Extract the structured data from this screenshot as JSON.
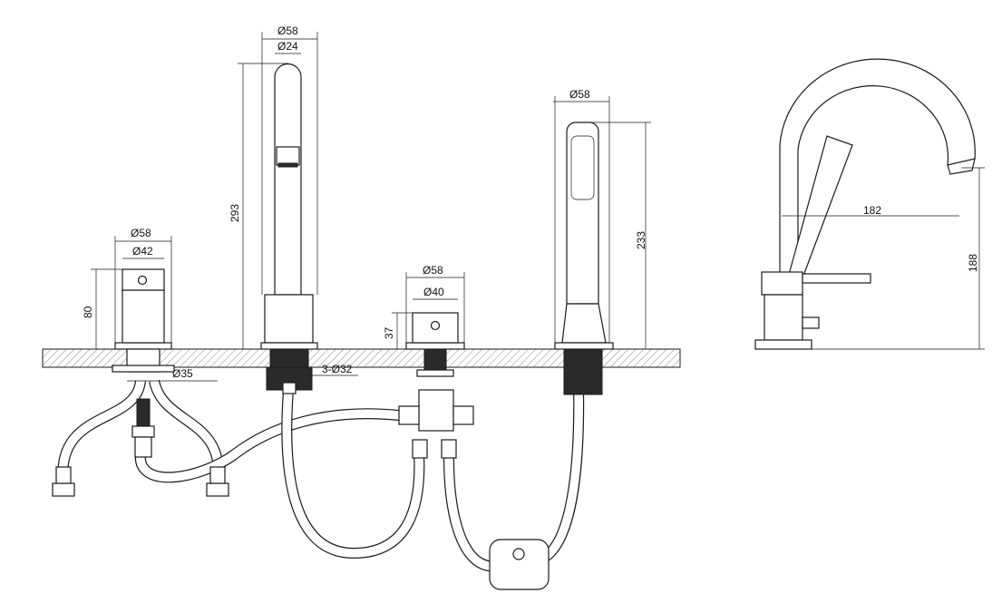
{
  "drawing": {
    "title": "Four-hole deck-mounted bath mixer dimensional drawing",
    "line_color": "#1a1a1a",
    "dimensions": {
      "spout_outer_dia": "Ø58",
      "spout_tube_dia": "Ø24",
      "spout_height": "293",
      "mixer_outer_dia": "Ø58",
      "mixer_body_dia": "Ø42",
      "mixer_height": "80",
      "mixer_hole_dia": "Ø35",
      "holes": "3-Ø32",
      "diverter_outer_dia": "Ø58",
      "diverter_body_dia": "Ø40",
      "diverter_height": "37",
      "shower_outer_dia": "Ø58",
      "shower_height": "233",
      "spout_reach": "182",
      "spout_outlet_height": "188"
    }
  }
}
